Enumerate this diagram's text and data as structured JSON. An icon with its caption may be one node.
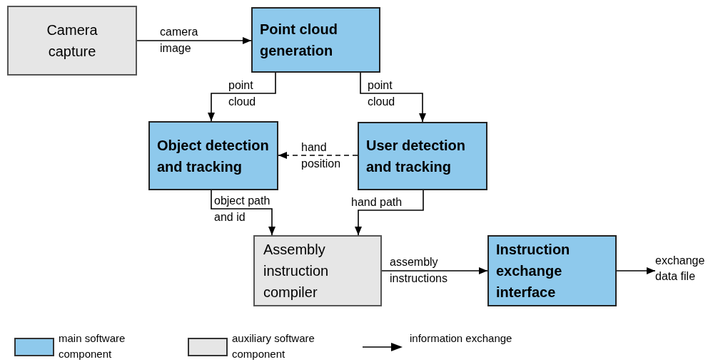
{
  "diagram": {
    "nodes": [
      {
        "text": [
          "Camera capture"
        ]
      },
      {
        "text": [
          "Point cloud generation"
        ]
      },
      {
        "text": [
          "Object detection and tracking"
        ]
      },
      {
        "text": [
          "User detection and tracking"
        ]
      },
      {
        "text": [
          "Assembly instruction compiler"
        ]
      },
      {
        "text": [
          "Instruction exchange interface"
        ]
      },
      {
        "text": [
          "exchange data file"
        ]
      }
    ],
    "edges": [
      {
        "from": 0,
        "to": 1,
        "arrow": "to",
        "label": "camera image"
      },
      {
        "from": 1,
        "to": 2,
        "arrow": "to",
        "label": "point cloud"
      },
      {
        "from": 1,
        "to": 3,
        "arrow": "to",
        "label": "point cloud"
      },
      {
        "from": 3,
        "to": 2,
        "arrow": "to",
        "label": "hand position",
        "style": "dashed"
      },
      {
        "from": 2,
        "to": 4,
        "arrow": "to",
        "label": "object path and id"
      },
      {
        "from": 3,
        "to": 4,
        "arrow": "to",
        "label": "hand path"
      },
      {
        "from": 4,
        "to": 5,
        "arrow": "to",
        "label": "assembly instructions"
      },
      {
        "from": 5,
        "to": 6,
        "arrow": "to"
      }
    ],
    "legend": [
      {
        "text": "main software component",
        "color": "#8ec9ec"
      },
      {
        "text": "auxiliary software component",
        "color": "#e6e6e6"
      },
      {
        "text": "information exchange"
      }
    ]
  }
}
